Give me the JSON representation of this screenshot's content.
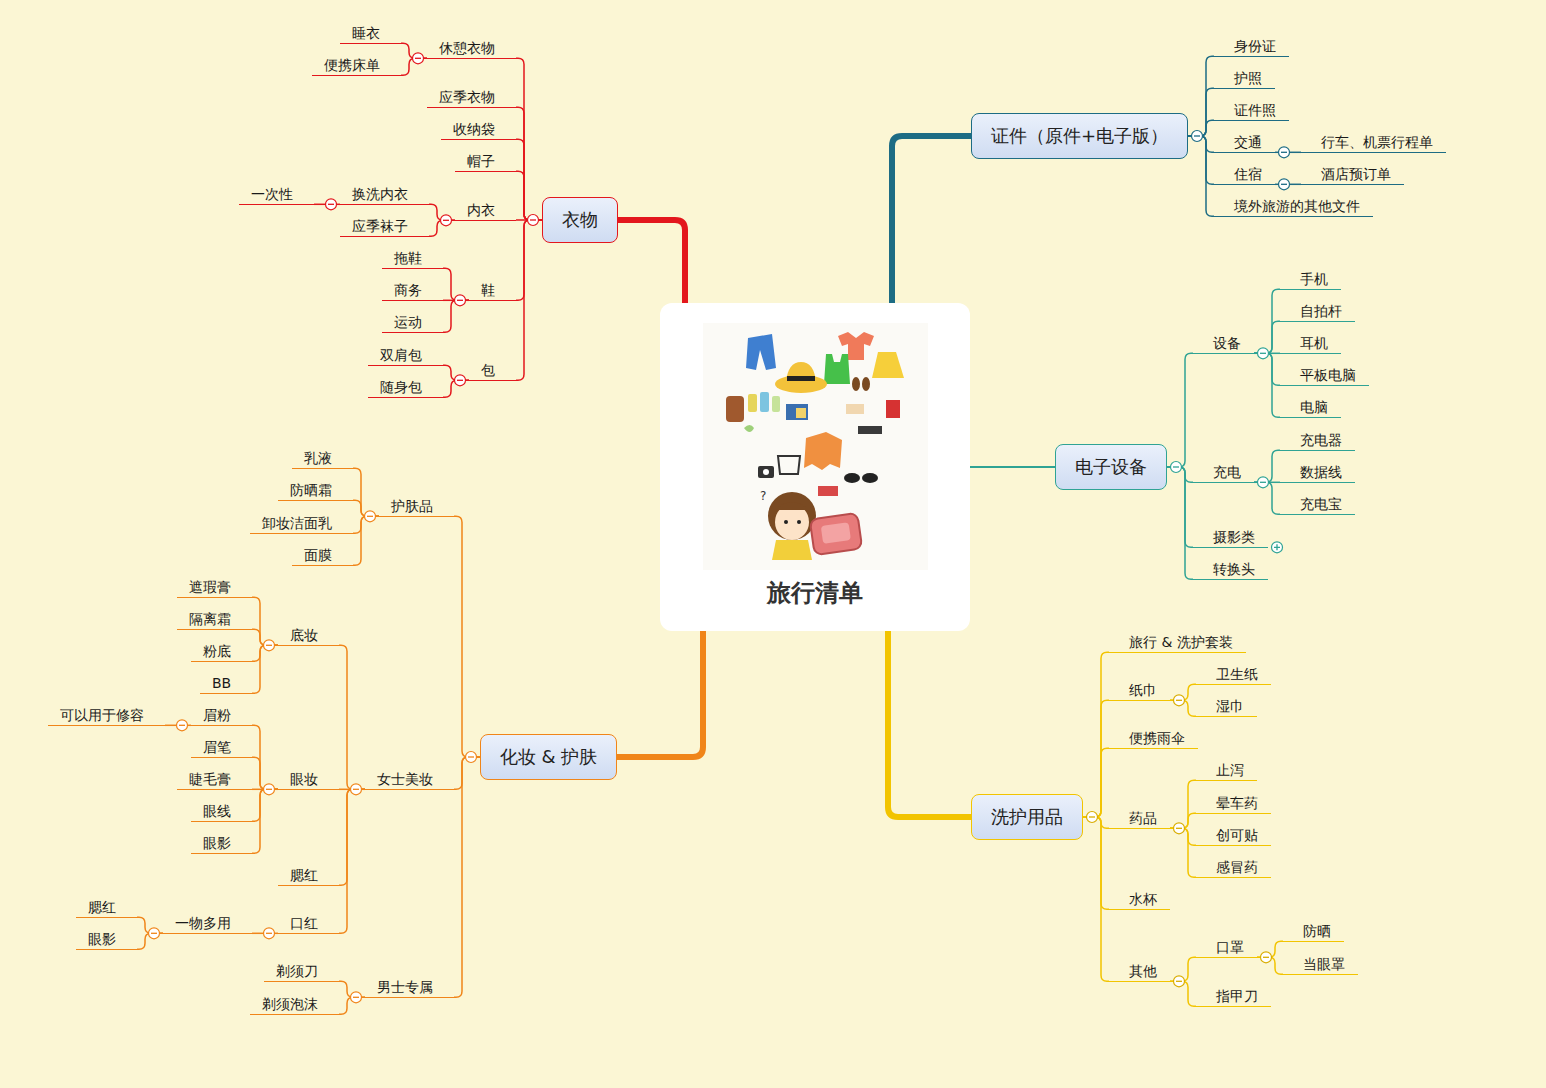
{
  "diagram": {
    "nodes": [
      {
        "text": [
          "旅行清单"
        ]
      },
      {
        "text": [
          "证件（原件+电子版）"
        ]
      },
      {
        "text": [
          "身份证"
        ]
      },
      {
        "text": [
          "护照"
        ]
      },
      {
        "text": [
          "证件照"
        ]
      },
      {
        "text": [
          "交通"
        ]
      },
      {
        "text": [
          "行车、机票行程单"
        ]
      },
      {
        "text": [
          "住宿"
        ]
      },
      {
        "text": [
          "酒店预订单"
        ]
      },
      {
        "text": [
          "境外旅游的其他文件"
        ]
      },
      {
        "text": [
          "电子设备"
        ]
      },
      {
        "text": [
          "设备"
        ]
      },
      {
        "text": [
          "手机"
        ]
      },
      {
        "text": [
          "自拍杆"
        ]
      },
      {
        "text": [
          "耳机"
        ]
      },
      {
        "text": [
          "平板电脑"
        ]
      },
      {
        "text": [
          "电脑"
        ]
      },
      {
        "text": [
          "充电"
        ]
      },
      {
        "text": [
          "充电器"
        ]
      },
      {
        "text": [
          "数据线"
        ]
      },
      {
        "text": [
          "充电宝"
        ]
      },
      {
        "text": [
          "摄影类"
        ]
      },
      {
        "text": [
          "转换头"
        ]
      },
      {
        "text": [
          "洗护用品"
        ]
      },
      {
        "text": [
          "旅行 & 洗护套装"
        ]
      },
      {
        "text": [
          "纸巾"
        ]
      },
      {
        "text": [
          "卫生纸"
        ]
      },
      {
        "text": [
          "湿巾"
        ]
      },
      {
        "text": [
          "便携雨伞"
        ]
      },
      {
        "text": [
          "药品"
        ]
      },
      {
        "text": [
          "止泻"
        ]
      },
      {
        "text": [
          "晕车药"
        ]
      },
      {
        "text": [
          "创可贴"
        ]
      },
      {
        "text": [
          "感冒药"
        ]
      },
      {
        "text": [
          "水杯"
        ]
      },
      {
        "text": [
          "其他"
        ]
      },
      {
        "text": [
          "口罩"
        ]
      },
      {
        "text": [
          "防晒"
        ]
      },
      {
        "text": [
          "当眼罩"
        ]
      },
      {
        "text": [
          "指甲刀"
        ]
      },
      {
        "text": [
          "衣物"
        ]
      },
      {
        "text": [
          "休憩衣物"
        ]
      },
      {
        "text": [
          "睡衣"
        ]
      },
      {
        "text": [
          "便携床单"
        ]
      },
      {
        "text": [
          "应季衣物"
        ]
      },
      {
        "text": [
          "收纳袋"
        ]
      },
      {
        "text": [
          "帽子"
        ]
      },
      {
        "text": [
          "内衣"
        ]
      },
      {
        "text": [
          "换洗内衣"
        ]
      },
      {
        "text": [
          "一次性"
        ]
      },
      {
        "text": [
          "应季袜子"
        ]
      },
      {
        "text": [
          "鞋"
        ]
      },
      {
        "text": [
          "拖鞋"
        ]
      },
      {
        "text": [
          "商务"
        ]
      },
      {
        "text": [
          "运动"
        ]
      },
      {
        "text": [
          "包"
        ]
      },
      {
        "text": [
          "双肩包"
        ]
      },
      {
        "text": [
          "随身包"
        ]
      },
      {
        "text": [
          "化妆 & 护肤"
        ]
      },
      {
        "text": [
          "护肤品"
        ]
      },
      {
        "text": [
          "乳液"
        ]
      },
      {
        "text": [
          "防晒霜"
        ]
      },
      {
        "text": [
          "卸妆洁面乳"
        ]
      },
      {
        "text": [
          "面膜"
        ]
      },
      {
        "text": [
          "女士美妆"
        ]
      },
      {
        "text": [
          "底妆"
        ]
      },
      {
        "text": [
          "遮瑕膏"
        ]
      },
      {
        "text": [
          "隔离霜"
        ]
      },
      {
        "text": [
          "粉底"
        ]
      },
      {
        "text": [
          "BB"
        ]
      },
      {
        "text": [
          "眼妆"
        ]
      },
      {
        "text": [
          "眉粉"
        ]
      },
      {
        "text": [
          "可以用于修容"
        ]
      },
      {
        "text": [
          "眉笔"
        ]
      },
      {
        "text": [
          "睫毛膏"
        ]
      },
      {
        "text": [
          "眼线"
        ]
      },
      {
        "text": [
          "眼影"
        ]
      },
      {
        "text": [
          "腮红"
        ]
      },
      {
        "text": [
          "口红"
        ]
      },
      {
        "text": [
          "一物多用"
        ]
      },
      {
        "text": [
          "腮红"
        ]
      },
      {
        "text": [
          "眼影"
        ]
      },
      {
        "text": [
          "男士专属"
        ]
      },
      {
        "text": [
          "剃须刀"
        ]
      },
      {
        "text": [
          "剃须泡沫"
        ]
      }
    ],
    "edges": [
      {
        "from": 0,
        "to": 1,
        "arrow": "none"
      },
      {
        "from": 1,
        "to": 2,
        "arrow": "none"
      },
      {
        "from": 1,
        "to": 3,
        "arrow": "none"
      },
      {
        "from": 1,
        "to": 4,
        "arrow": "none"
      },
      {
        "from": 1,
        "to": 5,
        "arrow": "none"
      },
      {
        "from": 5,
        "to": 6,
        "arrow": "none"
      },
      {
        "from": 1,
        "to": 7,
        "arrow": "none"
      },
      {
        "from": 7,
        "to": 8,
        "arrow": "none"
      },
      {
        "from": 1,
        "to": 9,
        "arrow": "none"
      },
      {
        "from": 0,
        "to": 10,
        "arrow": "none"
      },
      {
        "from": 10,
        "to": 11,
        "arrow": "none"
      },
      {
        "from": 11,
        "to": 12,
        "arrow": "none"
      },
      {
        "from": 11,
        "to": 13,
        "arrow": "none"
      },
      {
        "from": 11,
        "to": 14,
        "arrow": "none"
      },
      {
        "from": 11,
        "to": 15,
        "arrow": "none"
      },
      {
        "from": 11,
        "to": 16,
        "arrow": "none"
      },
      {
        "from": 10,
        "to": 17,
        "arrow": "none"
      },
      {
        "from": 17,
        "to": 18,
        "arrow": "none"
      },
      {
        "from": 17,
        "to": 19,
        "arrow": "none"
      },
      {
        "from": 17,
        "to": 20,
        "arrow": "none"
      },
      {
        "from": 10,
        "to": 21,
        "arrow": "none"
      },
      {
        "from": 10,
        "to": 22,
        "arrow": "none"
      },
      {
        "from": 0,
        "to": 23,
        "arrow": "none"
      },
      {
        "from": 23,
        "to": 24,
        "arrow": "none"
      },
      {
        "from": 23,
        "to": 25,
        "arrow": "none"
      },
      {
        "from": 25,
        "to": 26,
        "arrow": "none"
      },
      {
        "from": 25,
        "to": 27,
        "arrow": "none"
      },
      {
        "from": 23,
        "to": 28,
        "arrow": "none"
      },
      {
        "from": 23,
        "to": 29,
        "arrow": "none"
      },
      {
        "from": 29,
        "to": 30,
        "arrow": "none"
      },
      {
        "from": 29,
        "to": 31,
        "arrow": "none"
      },
      {
        "from": 29,
        "to": 32,
        "arrow": "none"
      },
      {
        "from": 29,
        "to": 33,
        "arrow": "none"
      },
      {
        "from": 23,
        "to": 34,
        "arrow": "none"
      },
      {
        "from": 23,
        "to": 35,
        "arrow": "none"
      },
      {
        "from": 35,
        "to": 36,
        "arrow": "none"
      },
      {
        "from": 36,
        "to": 37,
        "arrow": "none"
      },
      {
        "from": 36,
        "to": 38,
        "arrow": "none"
      },
      {
        "from": 35,
        "to": 39,
        "arrow": "none"
      },
      {
        "from": 0,
        "to": 40,
        "arrow": "none"
      },
      {
        "from": 40,
        "to": 41,
        "arrow": "none"
      },
      {
        "from": 41,
        "to": 42,
        "arrow": "none"
      },
      {
        "from": 41,
        "to": 43,
        "arrow": "none"
      },
      {
        "from": 40,
        "to": 44,
        "arrow": "none"
      },
      {
        "from": 40,
        "to": 45,
        "arrow": "none"
      },
      {
        "from": 40,
        "to": 46,
        "arrow": "none"
      },
      {
        "from": 40,
        "to": 47,
        "arrow": "none"
      },
      {
        "from": 47,
        "to": 48,
        "arrow": "none"
      },
      {
        "from": 48,
        "to": 49,
        "arrow": "none"
      },
      {
        "from": 47,
        "to": 50,
        "arrow": "none"
      },
      {
        "from": 40,
        "to": 51,
        "arrow": "none"
      },
      {
        "from": 51,
        "to": 52,
        "arrow": "none"
      },
      {
        "from": 51,
        "to": 53,
        "arrow": "none"
      },
      {
        "from": 51,
        "to": 54,
        "arrow": "none"
      },
      {
        "from": 40,
        "to": 55,
        "arrow": "none"
      },
      {
        "from": 55,
        "to": 56,
        "arrow": "none"
      },
      {
        "from": 55,
        "to": 57,
        "arrow": "none"
      },
      {
        "from": 0,
        "to": 58,
        "arrow": "none"
      },
      {
        "from": 58,
        "to": 59,
        "arrow": "none"
      },
      {
        "from": 59,
        "to": 60,
        "arrow": "none"
      },
      {
        "from": 59,
        "to": 61,
        "arrow": "none"
      },
      {
        "from": 59,
        "to": 62,
        "arrow": "none"
      },
      {
        "from": 59,
        "to": 63,
        "arrow": "none"
      },
      {
        "from": 58,
        "to": 64,
        "arrow": "none"
      },
      {
        "from": 64,
        "to": 65,
        "arrow": "none"
      },
      {
        "from": 65,
        "to": 66,
        "arrow": "none"
      },
      {
        "from": 65,
        "to": 67,
        "arrow": "none"
      },
      {
        "from": 65,
        "to": 68,
        "arrow": "none"
      },
      {
        "from": 65,
        "to": 69,
        "arrow": "none"
      },
      {
        "from": 64,
        "to": 70,
        "arrow": "none"
      },
      {
        "from": 70,
        "to": 71,
        "arrow": "none"
      },
      {
        "from": 71,
        "to": 72,
        "arrow": "none"
      },
      {
        "from": 70,
        "to": 73,
        "arrow": "none"
      },
      {
        "from": 70,
        "to": 74,
        "arrow": "none"
      },
      {
        "from": 70,
        "to": 75,
        "arrow": "none"
      },
      {
        "from": 70,
        "to": 76,
        "arrow": "none"
      },
      {
        "from": 64,
        "to": 77,
        "arrow": "none"
      },
      {
        "from": 64,
        "to": 78,
        "arrow": "none"
      },
      {
        "from": 78,
        "to": 79,
        "arrow": "none"
      },
      {
        "from": 79,
        "to": 80,
        "arrow": "none"
      },
      {
        "from": 79,
        "to": 81,
        "arrow": "none"
      },
      {
        "from": 58,
        "to": 82,
        "arrow": "none"
      },
      {
        "from": 82,
        "to": 83,
        "arrow": "none"
      },
      {
        "from": 82,
        "to": 84,
        "arrow": "none"
      }
    ]
  }
}
